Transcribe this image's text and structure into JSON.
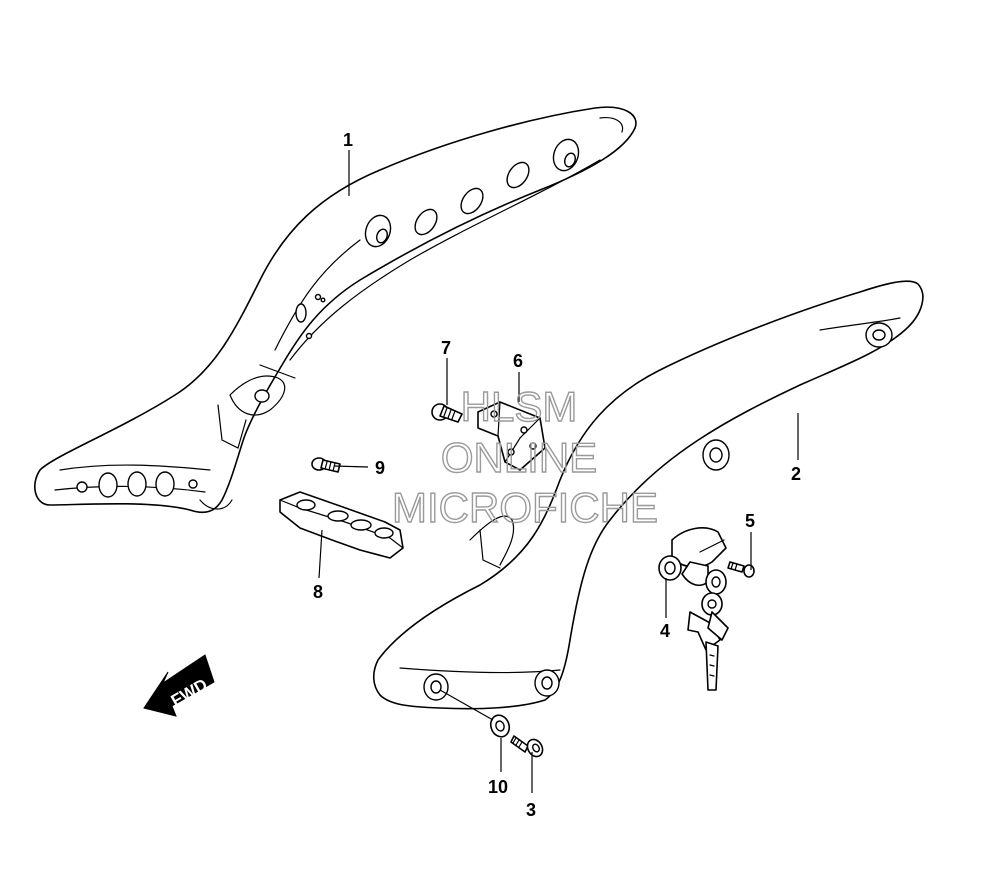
{
  "diagram": {
    "callouts": [
      {
        "id": "1",
        "label": "1"
      },
      {
        "id": "2",
        "label": "2"
      },
      {
        "id": "3",
        "label": "3"
      },
      {
        "id": "4",
        "label": "4"
      },
      {
        "id": "5",
        "label": "5"
      },
      {
        "id": "6",
        "label": "6"
      },
      {
        "id": "7",
        "label": "7"
      },
      {
        "id": "8",
        "label": "8"
      },
      {
        "id": "9",
        "label": "9"
      },
      {
        "id": "10",
        "label": "10"
      }
    ],
    "direction_arrow_label": "FWD",
    "watermark": {
      "line1": "HLSM",
      "line2": "ONLINE",
      "line3": "MICROFICHE"
    }
  }
}
